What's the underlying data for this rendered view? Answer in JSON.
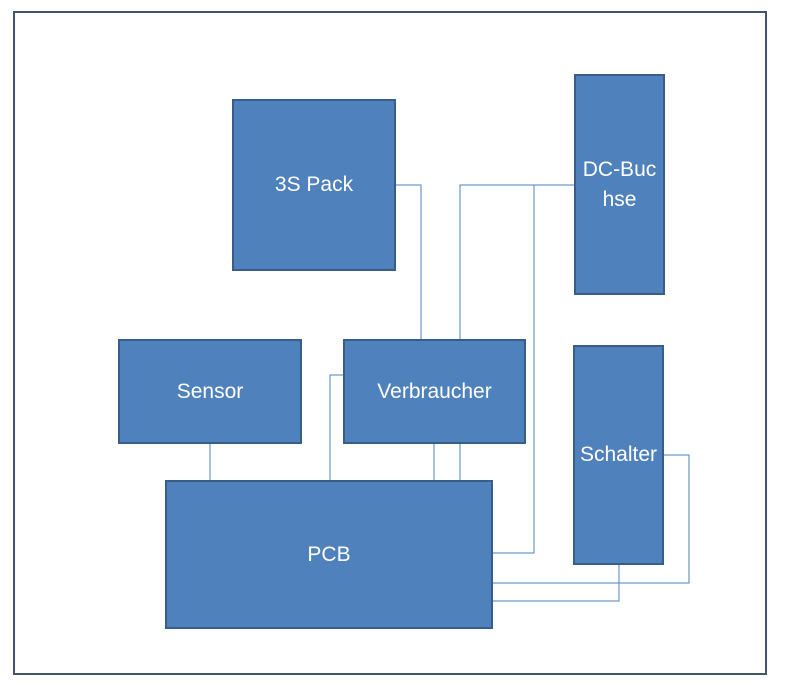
{
  "colors": {
    "box_fill": "#4f81bd",
    "box_border": "#385d8a",
    "wire": "#4f81bd",
    "frame_border": "#44546a",
    "text": "#ffffff"
  },
  "blocks": {
    "pack": "3S Pack",
    "dc": "DC-Buchse",
    "sensor": "Sensor",
    "load": "Verbraucher",
    "switch": "Schalter",
    "pcb": "PCB"
  }
}
